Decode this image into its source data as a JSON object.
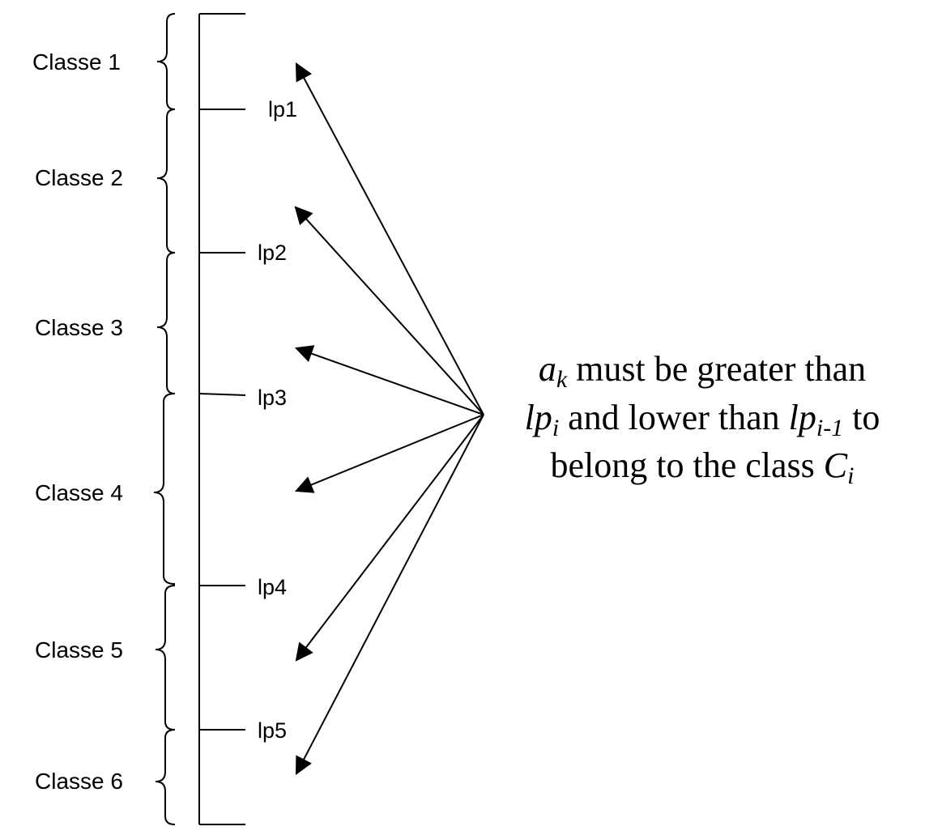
{
  "classes": [
    {
      "label": "Classe 1"
    },
    {
      "label": "Classe 2"
    },
    {
      "label": "Classe 3"
    },
    {
      "label": "Classe 4"
    },
    {
      "label": "Classe 5"
    },
    {
      "label": "Classe 6"
    }
  ],
  "limits": [
    {
      "label": "lp1"
    },
    {
      "label": "lp2"
    },
    {
      "label": "lp3"
    },
    {
      "label": "lp4"
    },
    {
      "label": "lp5"
    }
  ],
  "caption": {
    "line1": {
      "var": "a",
      "sub": "k",
      "text": " must be greater than"
    },
    "line2": {
      "var1": "lp",
      "sub1": "i",
      "mid": " and lower than ",
      "var2": "lp",
      "sub2": "i-1",
      "end": " to"
    },
    "line3": {
      "text": "belong to the class ",
      "var": "C",
      "sub": "i"
    }
  }
}
